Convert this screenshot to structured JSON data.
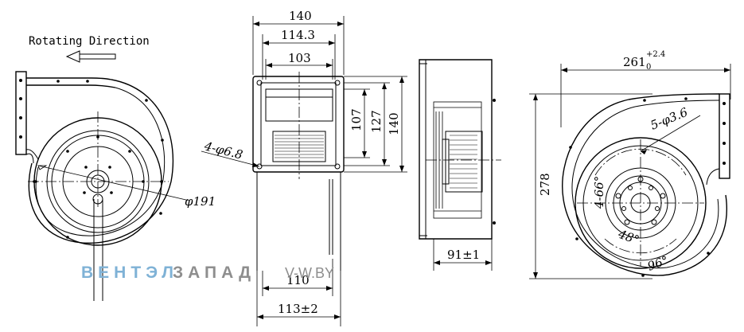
{
  "labels": {
    "rotating_direction": "Rotating Direction",
    "dia_191": "φ191",
    "holes_4_dia_6_8": "4-φ6.8",
    "holes_5_dia_3_6": "5-φ3.6",
    "ang_4_66": "4-66°",
    "ang_48": "48°",
    "ang_96": "96°"
  },
  "dimensions": {
    "w140": "140",
    "w114_3": "114.3",
    "w103": "103",
    "h107": "107",
    "h127": "127",
    "h140": "140",
    "w110": "110",
    "w113": "113±2",
    "w91": "91±1",
    "w261": "261",
    "w261_tol_upper": "+2.4",
    "w261_tol_lower": "0",
    "h278": "278"
  },
  "watermark": {
    "part1": "ВЕНТЭЛ",
    "part2": "ЗАПАД",
    "domain": "V-W.BY",
    "color1": "#7fb2d6",
    "color2": "#8e8e8e"
  },
  "colors": {
    "line": "#000000",
    "background": "#ffffff"
  }
}
